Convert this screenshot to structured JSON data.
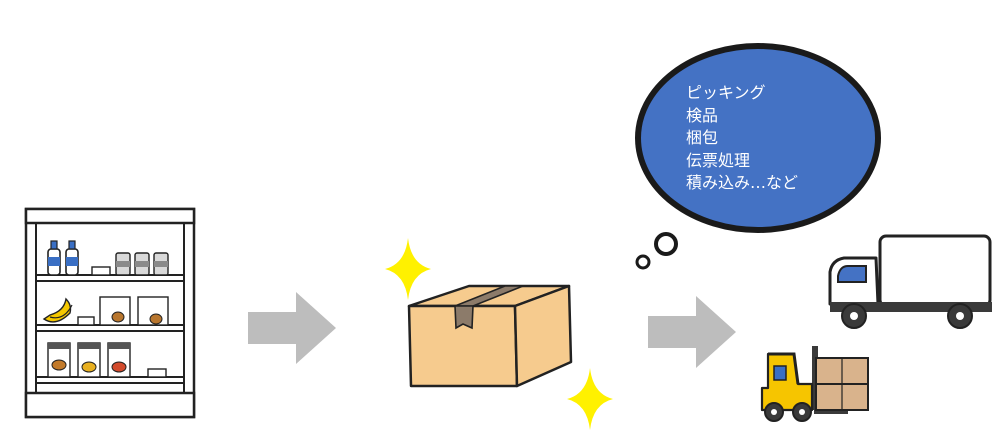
{
  "flow_steps": [
    {
      "name": "shelf-with-goods"
    },
    {
      "name": "cardboard-box"
    },
    {
      "name": "delivery-truck-and-forklift"
    }
  ],
  "thought_bubble": {
    "lines": [
      "ピッキング",
      "検品",
      "梱包",
      "伝票処理",
      "積み込み…など"
    ],
    "fill_color": "#4472C4",
    "outline_color": "#1a1a1a"
  },
  "colors": {
    "arrow": "#BDBDBD",
    "sparkle": "#FFF100",
    "box": "#F6CB8E",
    "tape": "#8C7B6A",
    "forklift": "#F6C500",
    "pallet_boxes": "#D9B38C"
  }
}
